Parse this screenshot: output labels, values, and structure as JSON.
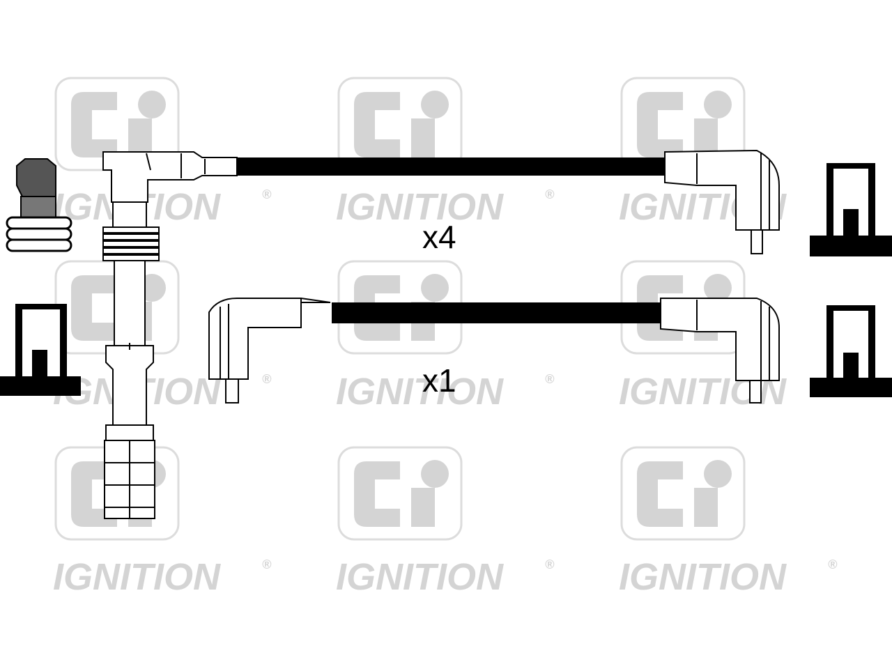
{
  "watermark": {
    "logo_text": "CI",
    "brand_text": "IGNITION",
    "registered_mark": "®",
    "color": "#d4d4d4"
  },
  "labels": {
    "lead_set_quantity": "x4",
    "coil_lead_quantity": "x1"
  },
  "colors": {
    "ink": "#000000",
    "cable": "#000000",
    "plug_rubber": "#555555",
    "background": "#ffffff"
  }
}
